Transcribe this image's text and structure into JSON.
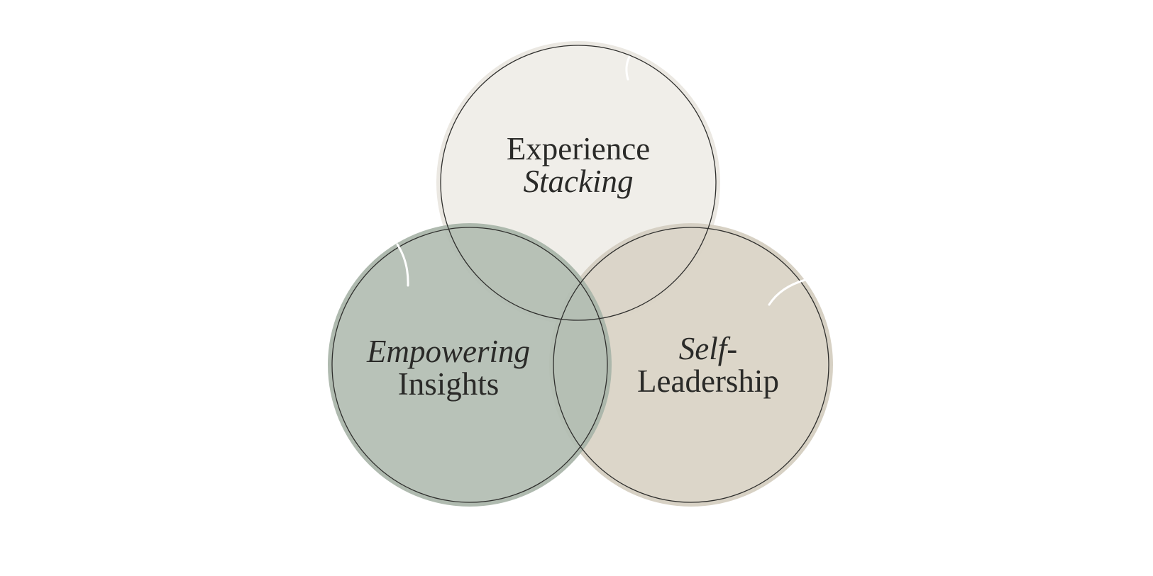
{
  "circles": [
    {
      "id": "experience-stacking",
      "line1": "Experience",
      "line2": "Stacking",
      "fill": "#f0eee9",
      "rim": "#ebe8e2"
    },
    {
      "id": "self-leadership",
      "line1": "Self-",
      "line2": "Leadership",
      "fill": "#dbd5c8",
      "rim": "#d6d0c3"
    },
    {
      "id": "empowering-insights",
      "line1": "Empowering",
      "line2": "Insights",
      "fill": "#b3beb3",
      "rim": "#a9b5a9"
    }
  ],
  "outline_color": "#2f2f2d"
}
